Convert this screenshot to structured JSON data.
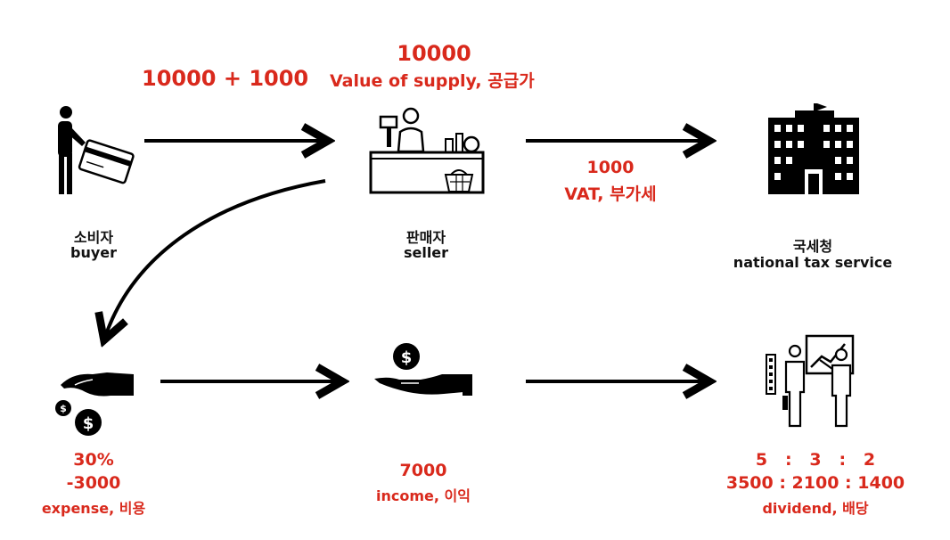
{
  "colors": {
    "accent": "#d9291c",
    "text": "#111111"
  },
  "top": {
    "buyer_to_seller_amount": "10000 + 1000",
    "supply_value": "10000",
    "supply_label": "Value of supply, 공급가",
    "vat_value": "1000",
    "vat_label": "VAT, 부가세"
  },
  "nodes": {
    "buyer": {
      "ko": "소비자",
      "en": "buyer",
      "icon": "person-with-card-icon"
    },
    "seller": {
      "ko": "판매자",
      "en": "seller",
      "icon": "shop-counter-icon"
    },
    "nts": {
      "ko": "국세청",
      "en": "national tax service",
      "icon": "building-icon"
    },
    "expense": {
      "icon": "hand-giving-coins-icon"
    },
    "income": {
      "icon": "hand-receiving-coin-icon"
    },
    "dividend": {
      "icon": "presentation-people-icon"
    }
  },
  "bottom": {
    "expense_pct": "30%",
    "expense_amount": "-3000",
    "expense_label": "expense, 비용",
    "income_amount": "7000",
    "income_label": "income, 이익",
    "ratio": "5   :   3   :   2",
    "split": "3500 : 2100 : 1400",
    "dividend_label": "dividend, 배당"
  }
}
